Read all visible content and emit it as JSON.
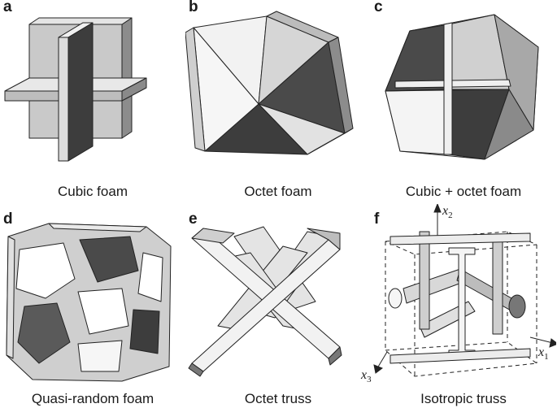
{
  "panels": [
    {
      "letter": "a",
      "caption": "Cubic foam"
    },
    {
      "letter": "b",
      "caption": "Octet foam"
    },
    {
      "letter": "c",
      "caption": "Cubic + octet foam"
    },
    {
      "letter": "d",
      "caption": "Quasi-random foam"
    },
    {
      "letter": "e",
      "caption": "Octet truss"
    },
    {
      "letter": "f",
      "caption": "Isotropic truss"
    }
  ],
  "axes": {
    "x1": {
      "symbol": "x",
      "subscript": "1"
    },
    "x2": {
      "symbol": "x",
      "subscript": "2"
    },
    "x3": {
      "symbol": "x",
      "subscript": "3"
    }
  },
  "colors": {
    "face_light": "#e8e8e8",
    "face_mid": "#b8b8b8",
    "face_dark": "#4a4a4a",
    "outline": "#222222"
  }
}
